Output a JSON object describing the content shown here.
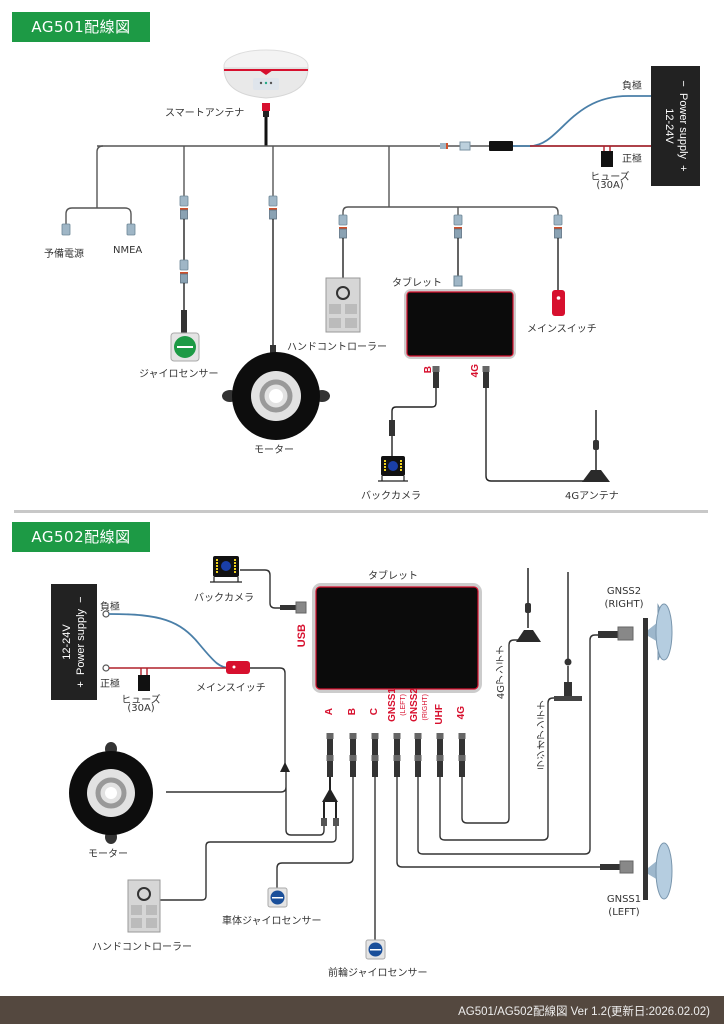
{
  "ag501": {
    "title": "AG501配線図",
    "labels": {
      "smart_antenna": "スマートアンテナ",
      "negative": "負極",
      "positive": "正極",
      "fuse": "ヒューズ",
      "fuse_rating": "(30A)",
      "spare_power": "予備電源",
      "nmea": "NMEA",
      "gyro_sensor": "ジャイロセンサー",
      "hand_controller": "ハンドコントローラー",
      "tablet": "タブレット",
      "main_switch": "メインスイッチ",
      "motor": "モーター",
      "back_camera": "バックカメラ",
      "antenna_4g": "4Gアンテナ"
    },
    "ports": {
      "b": "B",
      "g4": "4G"
    },
    "power_supply": {
      "voltage": "12-24V",
      "label": "Power supply",
      "minus": "−",
      "plus": "+"
    }
  },
  "ag502": {
    "title": "AG502配線図",
    "labels": {
      "back_camera": "バックカメラ",
      "tablet": "タブレット",
      "negative": "負極",
      "positive": "正極",
      "fuse": "ヒューズ",
      "fuse_rating": "(30A)",
      "main_switch": "メインスイッチ",
      "motor": "モーター",
      "hand_controller": "ハンドコントローラー",
      "body_gyro": "車体ジャイロセンサー",
      "front_gyro": "前輪ジャイロセンサー",
      "antenna_4g": "4Gアンテナ",
      "radio_antenna": "ラジオアンテナ",
      "gnss2": "GNSS2",
      "gnss2_side": "(RIGHT)",
      "gnss1": "GNSS1",
      "gnss1_side": "(LEFT)"
    },
    "ports": {
      "usb": "USB",
      "a": "A",
      "b": "B",
      "c": "C",
      "gnss1": "GNSS1",
      "gnss1_sub": "(LEFT)",
      "gnss2": "GNSS2",
      "gnss2_sub": "(RIGHT)",
      "uhf": "UHF",
      "g4": "4G"
    },
    "power_supply": {
      "voltage": "12-24V",
      "label": "Power supply",
      "minus": "−",
      "plus": "+"
    }
  },
  "colors": {
    "accent_green": "#1d9a45",
    "port_red": "#d7102e",
    "wire": "#444444",
    "negative_wire": "#4a7fa8",
    "positive_wire": "#b0202a",
    "footer_bg": "#54483f"
  },
  "footer": {
    "text": "AG501/AG502配線図 Ver 1.2(更新日:2026.02.02)"
  }
}
